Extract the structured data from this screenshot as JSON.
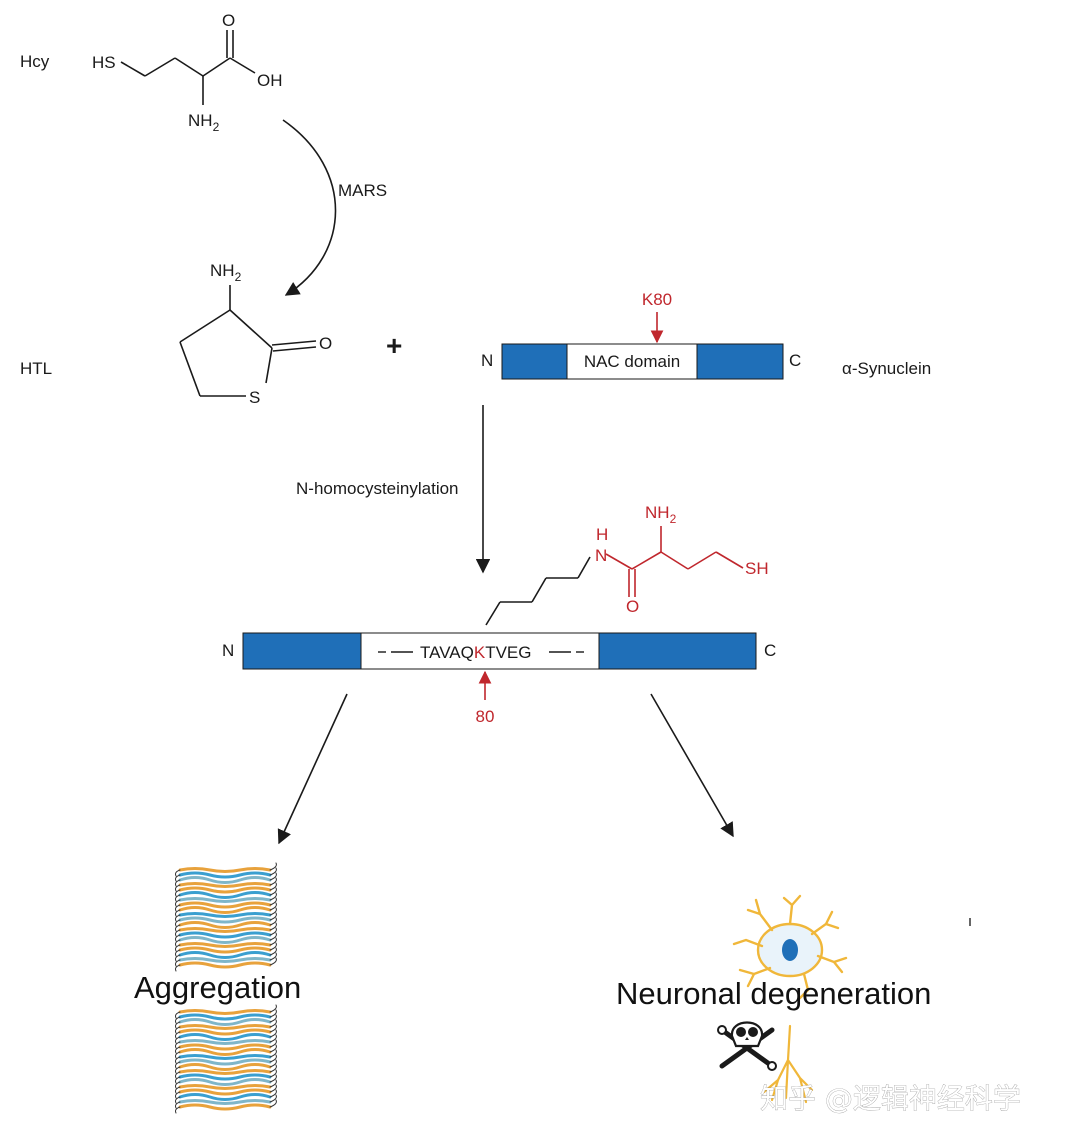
{
  "labels": {
    "hcy": "Hcy",
    "htl": "HTL",
    "mars": "MARS",
    "plus": "+",
    "synuclein": "α-Synuclein",
    "n_homocysteinylation": "N-homocysteinylation",
    "aggregation": "Aggregation",
    "neuronal_degeneration": "Neuronal degeneration"
  },
  "hcy_atoms": {
    "hs": "HS",
    "o": "O",
    "oh": "OH",
    "nh2": "NH",
    "nh2_sub": "2"
  },
  "htl_atoms": {
    "nh2": "NH",
    "nh2_sub": "2",
    "o": "O",
    "s": "S"
  },
  "protein_top": {
    "n": "N",
    "c": "C",
    "domain": "NAC domain",
    "site": "K80"
  },
  "protein_bottom": {
    "n": "N",
    "c": "C",
    "seq_before": "TAVAQ",
    "seq_k": "K",
    "seq_after": "TVEG",
    "site_number": "80"
  },
  "modification_atoms": {
    "h": "H",
    "n": "N",
    "nh2": "NH",
    "nh2_sub": "2",
    "sh": "SH",
    "o": "O"
  },
  "watermark": "知乎 @逻辑神经科学",
  "colors": {
    "protein_blue": "#1f6fb8",
    "highlight_red": "#c0272d",
    "fibril_orange": "#e8a23c",
    "fibril_blue": "#3a9fd0",
    "neuron_yellow": "#f0b73a"
  }
}
